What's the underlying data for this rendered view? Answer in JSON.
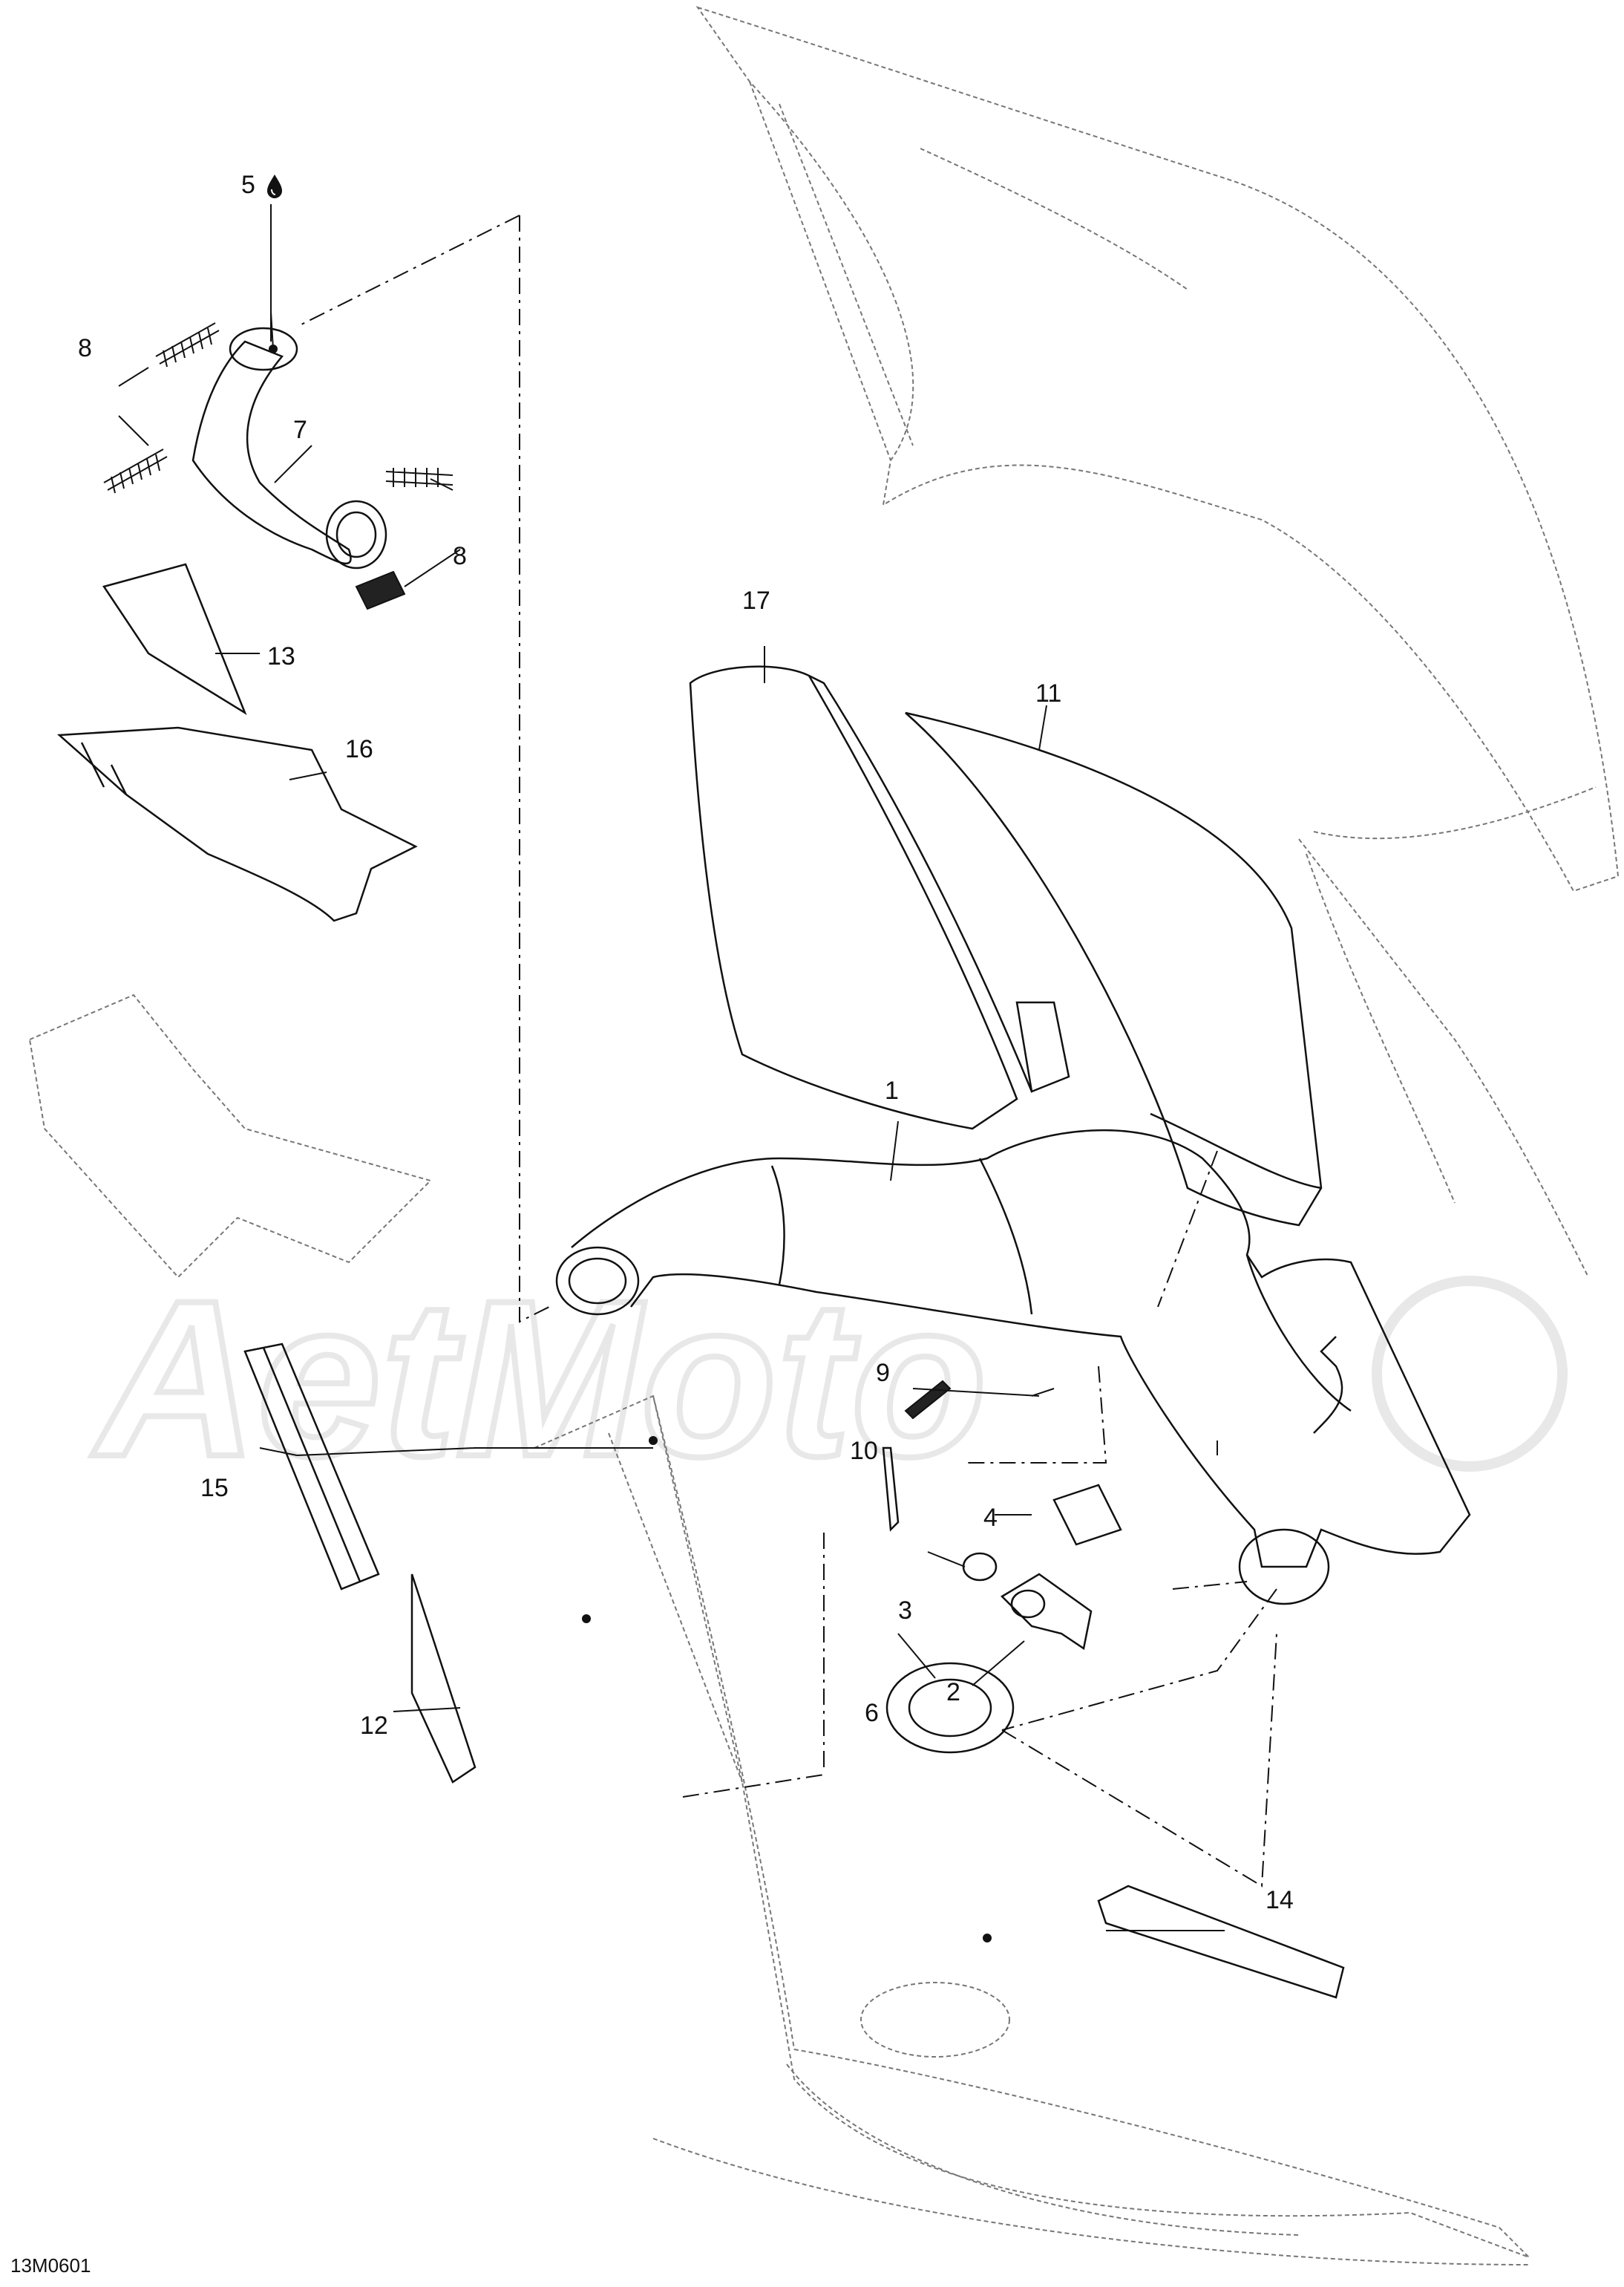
{
  "diagram_code": "13M0601",
  "watermark": "AetMoto",
  "callouts": [
    {
      "id": "c1",
      "label": "1"
    },
    {
      "id": "c2",
      "label": "2"
    },
    {
      "id": "c3",
      "label": "3"
    },
    {
      "id": "c4",
      "label": "4"
    },
    {
      "id": "c5",
      "label": "5"
    },
    {
      "id": "c6",
      "label": "6"
    },
    {
      "id": "c7",
      "label": "7"
    },
    {
      "id": "c8a",
      "label": "8"
    },
    {
      "id": "c8b",
      "label": "8"
    },
    {
      "id": "c9",
      "label": "9"
    },
    {
      "id": "c10",
      "label": "10"
    },
    {
      "id": "c11",
      "label": "11"
    },
    {
      "id": "c12",
      "label": "12"
    },
    {
      "id": "c13",
      "label": "13"
    },
    {
      "id": "c14",
      "label": "14"
    },
    {
      "id": "c15",
      "label": "15"
    },
    {
      "id": "c16",
      "label": "16"
    },
    {
      "id": "c17",
      "label": "17"
    }
  ],
  "icons": {
    "oil_drop": "oil-drop-icon"
  },
  "colors": {
    "line": "#111111",
    "ghost": "#777777",
    "watermark": "#e8e8e8"
  }
}
